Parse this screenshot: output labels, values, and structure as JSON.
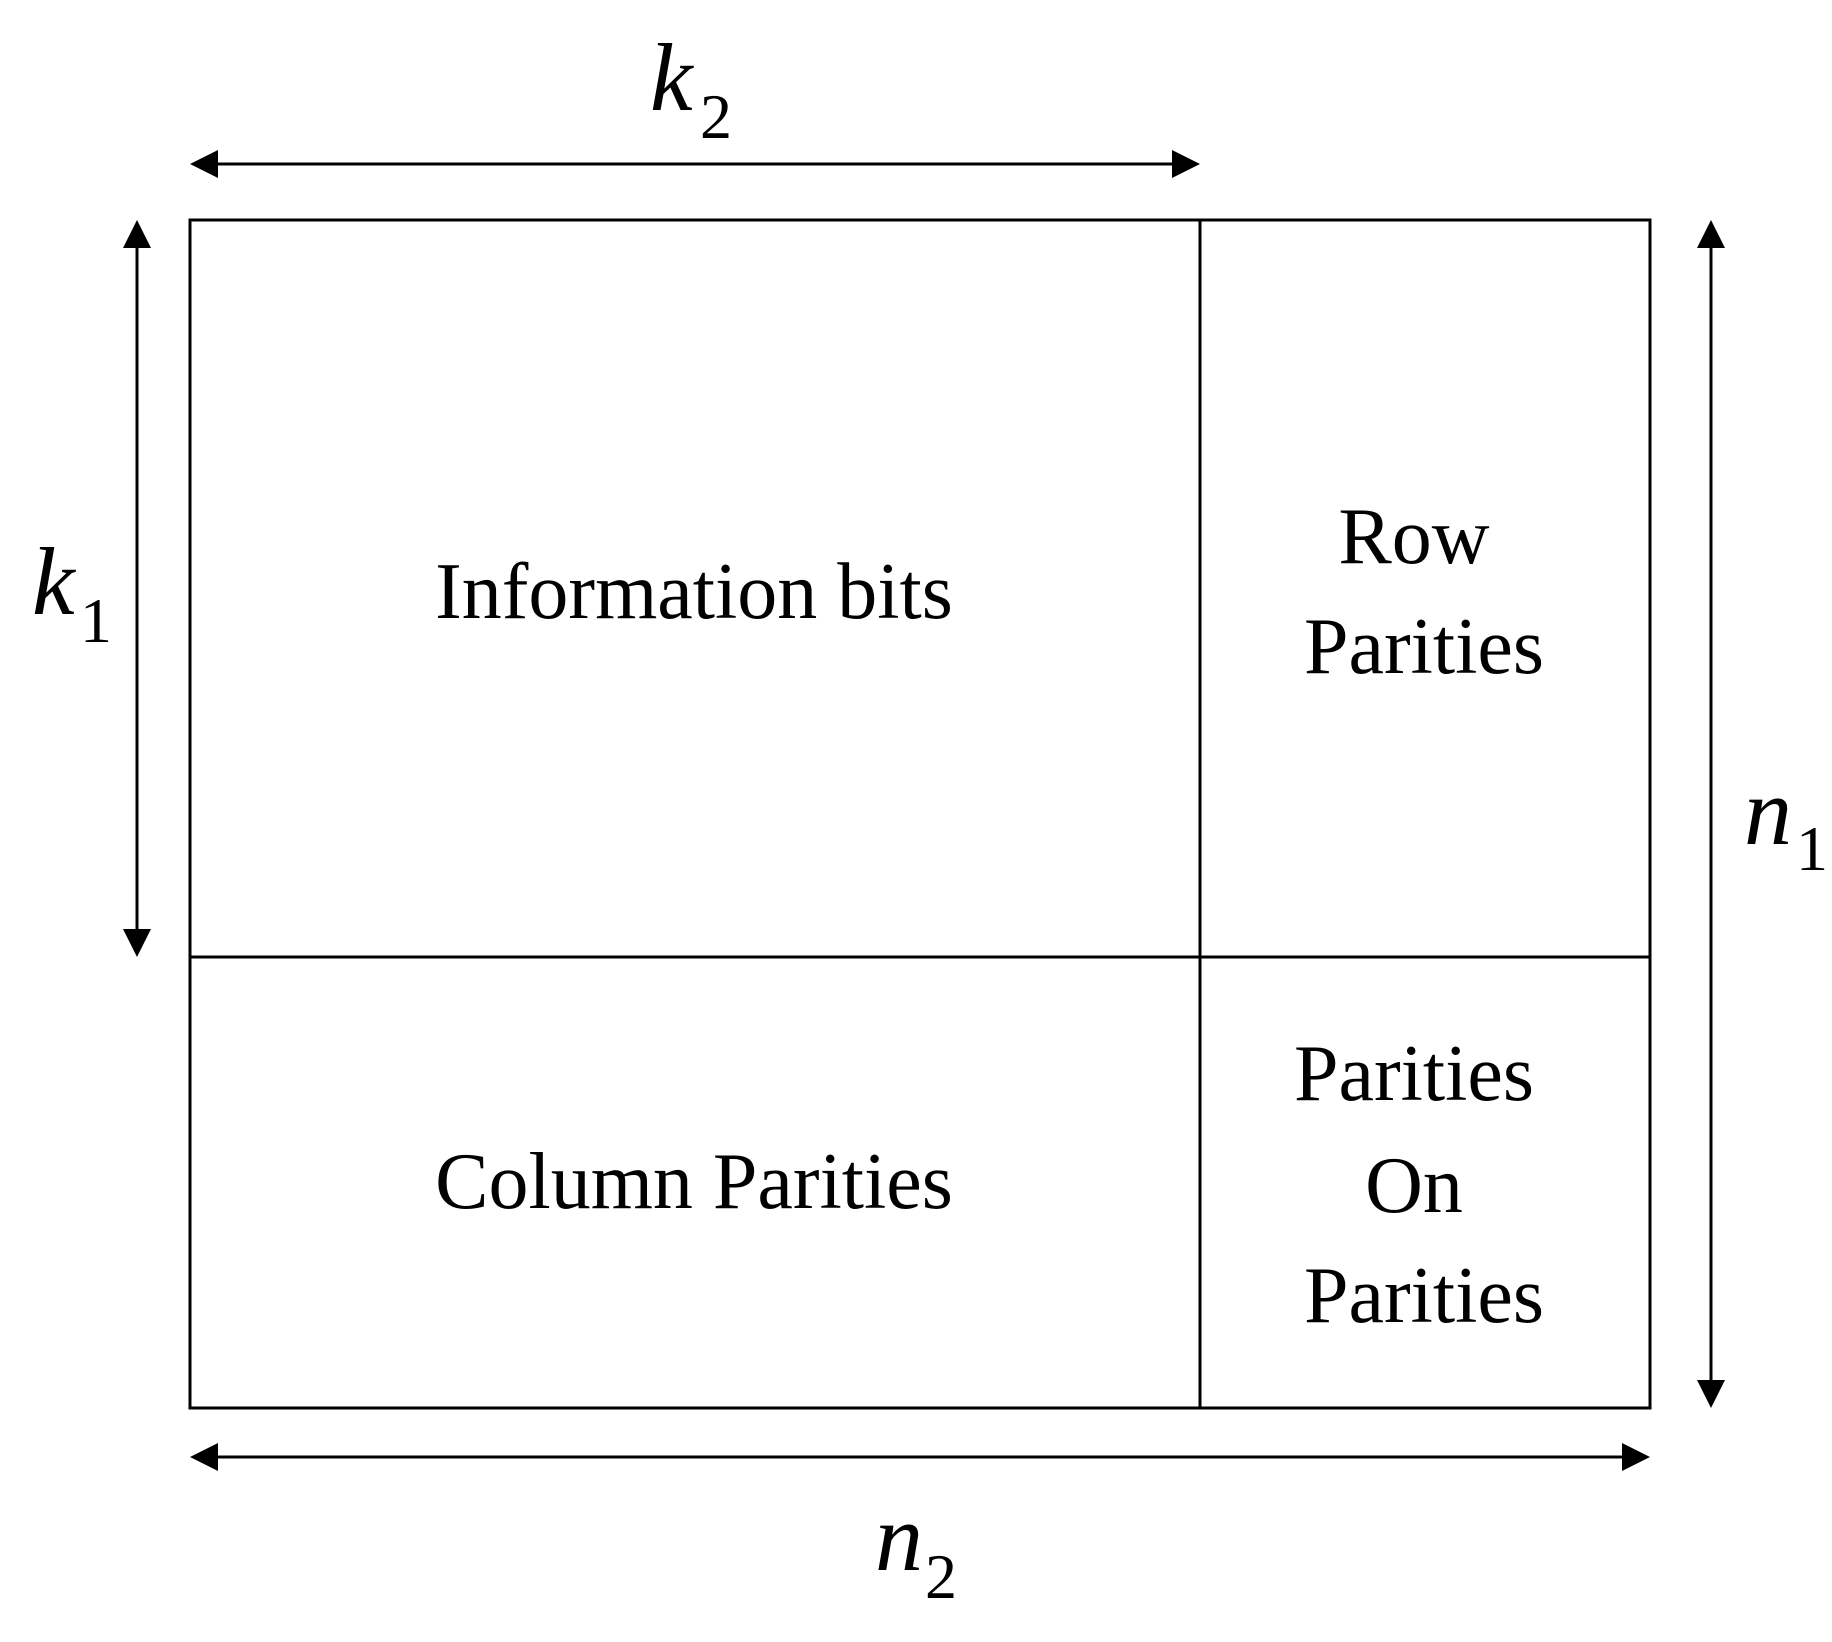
{
  "blocks": {
    "information": {
      "lines": [
        "Information bits"
      ]
    },
    "row_parities": {
      "lines": [
        "Row",
        "Parities"
      ]
    },
    "column_parities": {
      "lines": [
        "Column Parities"
      ]
    },
    "parities_on_parities": {
      "lines": [
        "Parities",
        "On",
        "Parities"
      ]
    }
  },
  "dimensions": {
    "k2": {
      "symbol": "k",
      "subscript": "2"
    },
    "k1": {
      "symbol": "k",
      "subscript": "1"
    },
    "n1": {
      "symbol": "n",
      "subscript": "1"
    },
    "n2": {
      "symbol": "n",
      "subscript": "2"
    }
  },
  "colors": {
    "line": "#000000",
    "background": "#ffffff"
  }
}
